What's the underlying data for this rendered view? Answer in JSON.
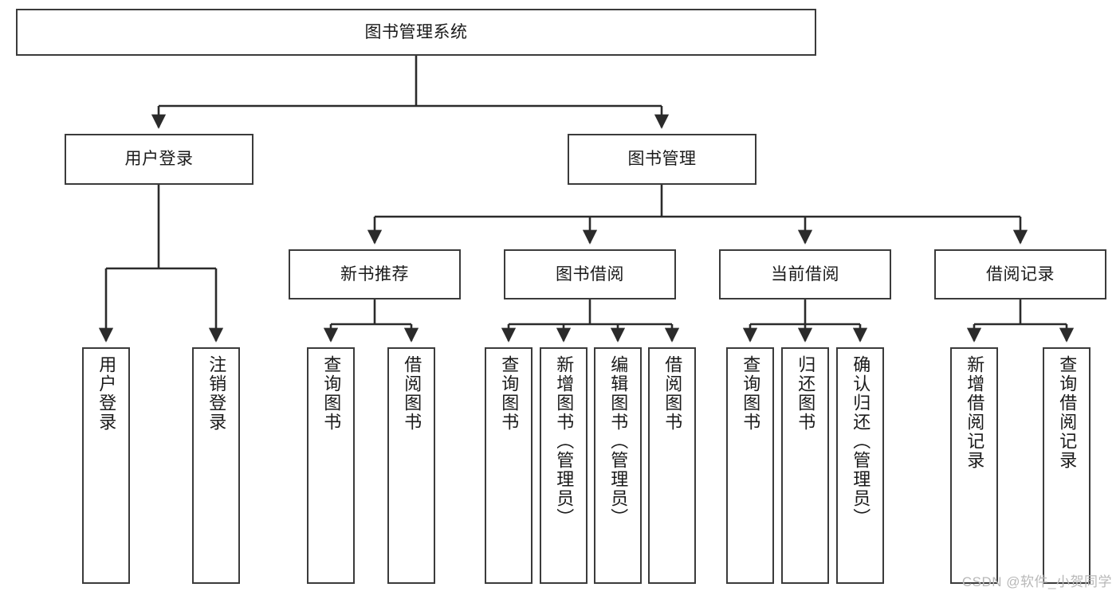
{
  "diagram": {
    "title": "图书管理系统",
    "type": "tree-hierarchy-diagram",
    "colors": {
      "box_border": "#3b3b3b",
      "box_fill": "#ffffff",
      "connector": "#2b2b2b",
      "text": "#1a1a1a",
      "watermark": "#b8b8b8",
      "background": "#ffffff"
    },
    "root": {
      "label": "图书管理系统"
    },
    "level2": [
      {
        "label": "用户登录"
      },
      {
        "label": "图书管理"
      }
    ],
    "level3": [
      {
        "label": "新书推荐"
      },
      {
        "label": "图书借阅"
      },
      {
        "label": "当前借阅"
      },
      {
        "label": "借阅记录"
      }
    ],
    "leaves": {
      "user_login": [
        {
          "label": "用户登录"
        },
        {
          "label": "注销登录"
        }
      ],
      "new_book_recommend": [
        {
          "label": "查询图书"
        },
        {
          "label": "借阅图书"
        }
      ],
      "book_borrow": [
        {
          "label": "查询图书"
        },
        {
          "label": "新增图书（管理员）"
        },
        {
          "label": "编辑图书（管理员）"
        },
        {
          "label": "借阅图书"
        }
      ],
      "current_borrow": [
        {
          "label": "查询图书"
        },
        {
          "label": "归还图书"
        },
        {
          "label": "确认归还（管理员）"
        }
      ],
      "borrow_record": [
        {
          "label": "新增借阅记录"
        },
        {
          "label": "查询借阅记录"
        }
      ]
    }
  },
  "watermark": {
    "text": "CSDN @软件_小贺同学"
  }
}
